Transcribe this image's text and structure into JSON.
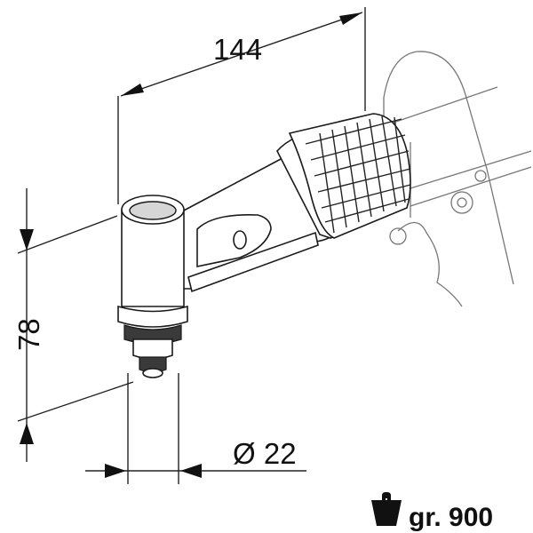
{
  "dimensions": {
    "length": "144",
    "height": "78",
    "diameter": "Ø 22"
  },
  "weight": {
    "icon": "weight-icon",
    "label": "gr. 900"
  }
}
